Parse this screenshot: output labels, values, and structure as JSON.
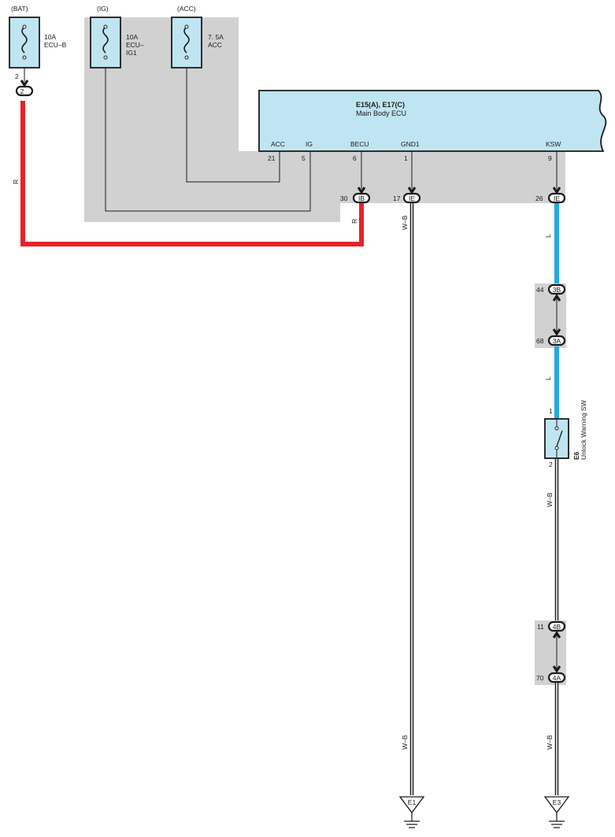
{
  "sources": {
    "bat": {
      "label": "(BAT)",
      "amp": "10A",
      "name1": "ECU–B",
      "pin": "2",
      "conn": "2"
    },
    "ig": {
      "label": "(IG)",
      "amp": "10A",
      "name1": "ECU–",
      "name2": "IG1"
    },
    "acc": {
      "label": "(ACC)",
      "amp": "7. 5A",
      "name1": "ACC"
    }
  },
  "ecu": {
    "code": "E15(A), E17(C)",
    "name": "Main Body ECU",
    "terminals": [
      {
        "name": "ACC",
        "pin": "21"
      },
      {
        "name": "IG",
        "pin": "5"
      },
      {
        "name": "BECU",
        "pin": "6"
      },
      {
        "name": "GND1",
        "pin": "1"
      },
      {
        "name": "KSW",
        "pin": "9"
      }
    ]
  },
  "junctions": {
    "ib": {
      "pin": "30",
      "code": "IB"
    },
    "ie1": {
      "pin": "17",
      "code": "IE"
    },
    "ie2": {
      "pin": "26",
      "code": "IE"
    },
    "c3b": {
      "pin": "44",
      "code": "3B"
    },
    "c3a": {
      "pin": "68",
      "code": "3A"
    },
    "c4b": {
      "pin": "11",
      "code": "4B"
    },
    "c4a": {
      "pin": "70",
      "code": "4A"
    }
  },
  "switch": {
    "code": "E6",
    "name": "Unlock Warning SW",
    "pin_top": "1",
    "pin_bottom": "2"
  },
  "wire_colors": {
    "r": "R",
    "wb": "W–B",
    "l": "L"
  },
  "grounds": {
    "e1": "E1",
    "e3": "E3"
  },
  "colors": {
    "red_wire": "#e8202a",
    "blue_wire": "#1ea9e6",
    "box_fill": "#bfe5f2",
    "shade": "#d1d1d1"
  }
}
